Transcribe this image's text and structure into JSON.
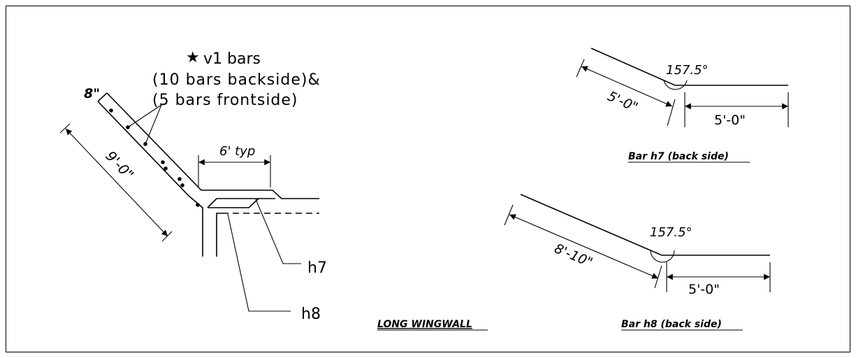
{
  "wingwall": {
    "note_line1": "v1 bars",
    "note_line2": "(10 bars backside)&",
    "note_line3": "(5 bars frontside)",
    "thickness": "8\"",
    "length": "9'-0\"",
    "spacing": "6' typ",
    "h7_label": "h7",
    "h8_label": "h8",
    "title": "LONG WINGWALL"
  },
  "bar_h7": {
    "angle": "157.5°",
    "left_length": "5'-0\"",
    "right_length": "5'-0\"",
    "title": "Bar h7 (back side)"
  },
  "bar_h8": {
    "angle": "157.5°",
    "left_length": "8'-10\"",
    "right_length": "5'-0\"",
    "title": "Bar h8 (back side)"
  },
  "icons": {
    "star": "star-icon"
  }
}
